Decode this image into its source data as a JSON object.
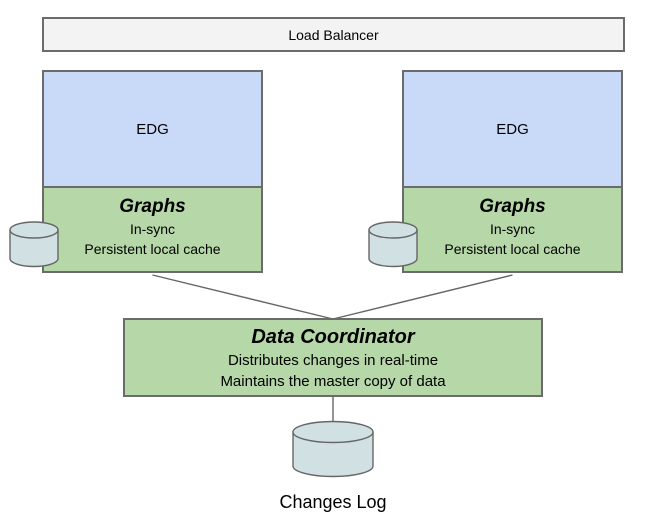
{
  "diagram": {
    "title_hint": "replicated-graph-architecture",
    "colors": {
      "load_balancer_fill": "#f3f3f3",
      "edg_fill": "#c9daf8",
      "graphs_fill": "#b6d7a8",
      "database_fill": "#d0e0e3",
      "border": "#6b6b6b",
      "edge_line": "#666666",
      "text": "#000000",
      "background": "#ffffff"
    },
    "load_balancer": {
      "label": "Load Balancer"
    },
    "edg_nodes": [
      {
        "title": "EDG",
        "subtitle": "Graphs",
        "lines": [
          "In-sync",
          "Persistent local cache"
        ],
        "icon": "database-cylinder"
      },
      {
        "title": "EDG",
        "subtitle": "Graphs",
        "lines": [
          "In-sync",
          "Persistent local cache"
        ],
        "icon": "database-cylinder"
      }
    ],
    "data_coordinator": {
      "title": "Data Coordinator",
      "lines": [
        "Distributes changes in real-time",
        "Maintains the master copy of data"
      ]
    },
    "changes_log": {
      "label": "Changes Log",
      "icon": "database-cylinder"
    },
    "edges": [
      {
        "from": "edg-node-left",
        "to": "data-coordinator"
      },
      {
        "from": "edg-node-right",
        "to": "data-coordinator"
      },
      {
        "from": "data-coordinator",
        "to": "changes-log-database"
      }
    ]
  }
}
